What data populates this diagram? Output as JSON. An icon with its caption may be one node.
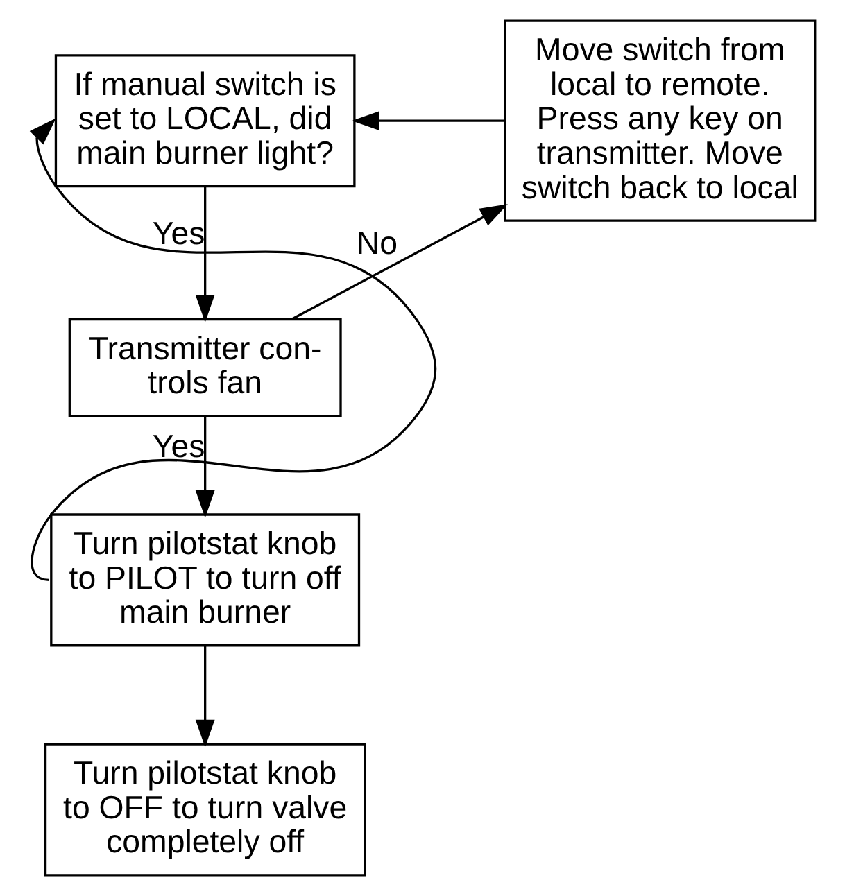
{
  "diagram": {
    "nodes": [
      {
        "text": [
          "If manual switch is set to LOCAL, did main burner light?"
        ]
      },
      {
        "text": [
          "Move switch from local to remote. Press any key on transmitter. Move switch back to local"
        ]
      },
      {
        "text": [
          "Transmitter con- trols fan"
        ]
      },
      {
        "text": [
          "Turn pilotstat knob to PILOT to turn off main burner"
        ]
      },
      {
        "text": [
          "Turn pilotstat knob to OFF to turn valve completely off"
        ]
      }
    ],
    "edges": [
      {
        "from": 1,
        "to": 0,
        "arrow": "to"
      },
      {
        "from": 0,
        "to": 2,
        "arrow": "to",
        "label": "Yes"
      },
      {
        "from": 2,
        "to": 1,
        "arrow": "to",
        "label": "No"
      },
      {
        "from": 2,
        "to": 3,
        "arrow": "to",
        "label": "Yes"
      },
      {
        "from": 3,
        "to": 0,
        "arrow": "to"
      },
      {
        "from": 3,
        "to": 4,
        "arrow": "to"
      }
    ]
  }
}
